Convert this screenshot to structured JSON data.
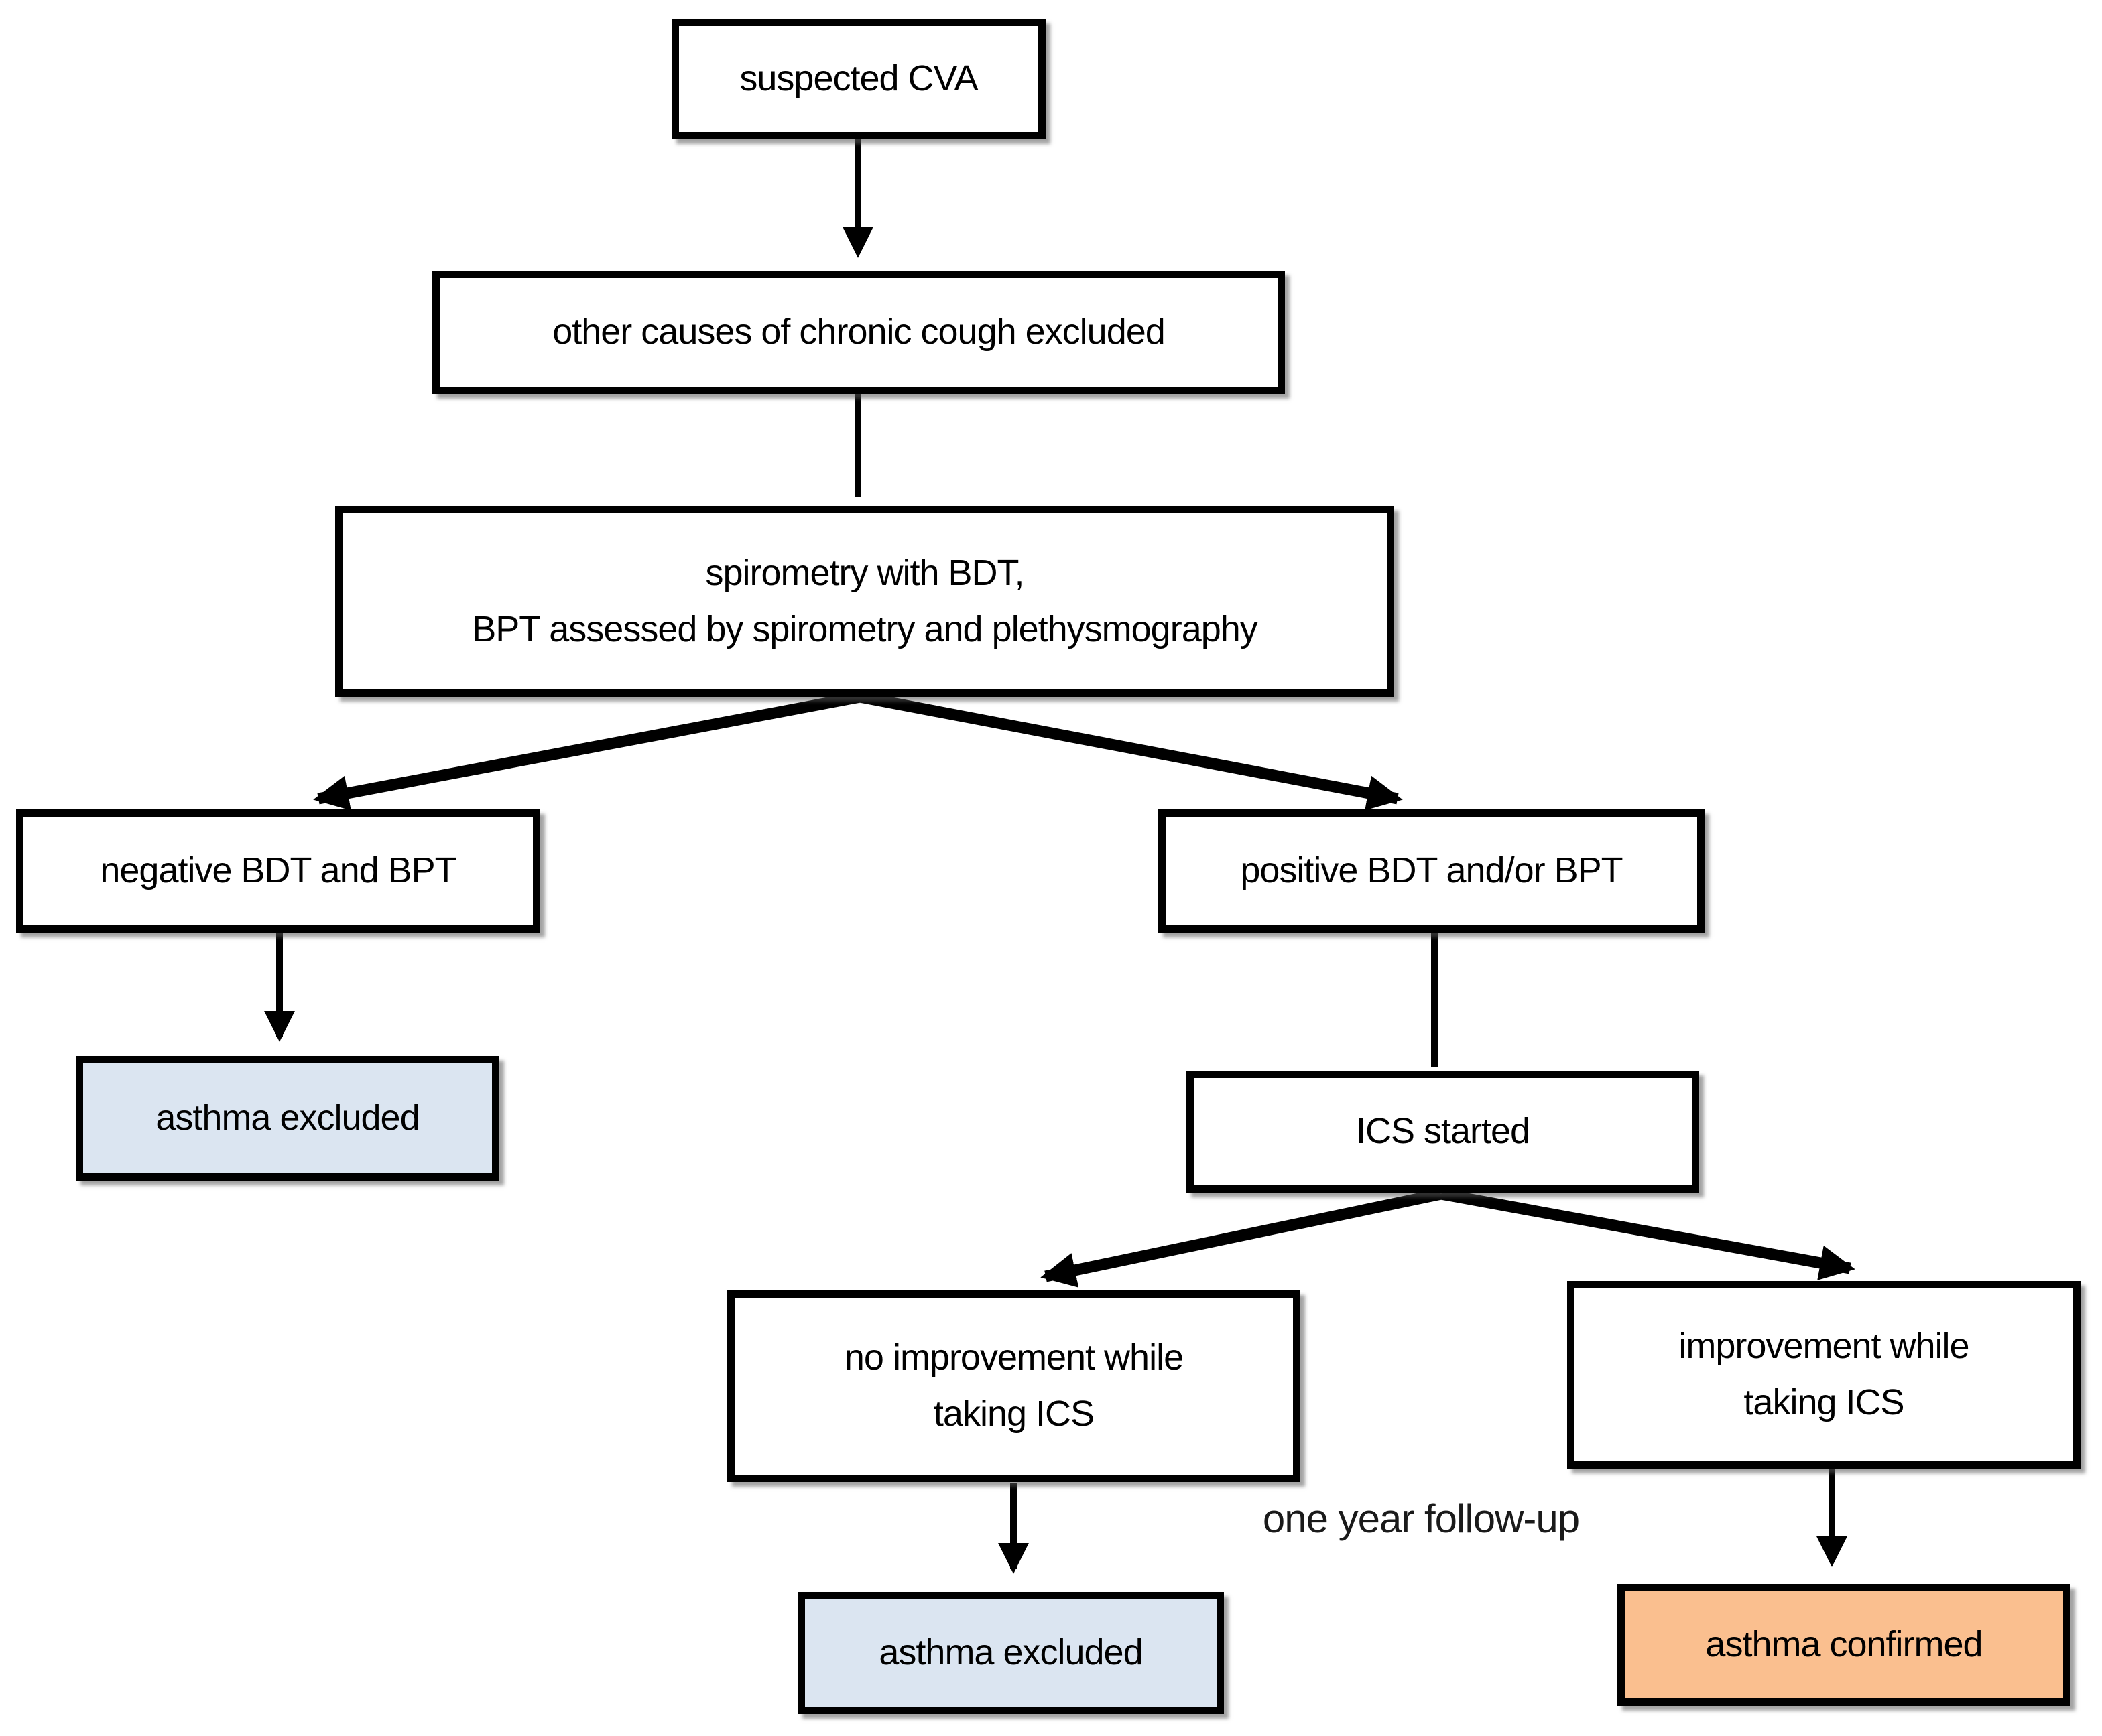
{
  "nodes": {
    "suspected_cva": {
      "label": "suspected CVA"
    },
    "other_causes": {
      "label": "other causes of chronic cough excluded"
    },
    "spirometry": {
      "label": "spirometry with BDT,\nBPT assessed by spirometry and plethysmography"
    },
    "negative_bdt": {
      "label": "negative BDT and BPT"
    },
    "positive_bdt": {
      "label": "positive BDT and/or BPT"
    },
    "asthma_excluded_left": {
      "label": "asthma excluded"
    },
    "ics_started": {
      "label": "ICS started"
    },
    "no_improvement": {
      "label": "no improvement while\ntaking ICS"
    },
    "improvement": {
      "label": "improvement while\ntaking ICS"
    },
    "asthma_excluded_bottom": {
      "label": "asthma excluded"
    },
    "asthma_confirmed": {
      "label": "asthma confirmed"
    }
  },
  "annotations": {
    "follow_up": "one year follow-up"
  },
  "edges": [
    {
      "from": "suspected_cva",
      "to": "other_causes"
    },
    {
      "from": "other_causes",
      "to": "spirometry"
    },
    {
      "from": "spirometry",
      "to": "negative_bdt"
    },
    {
      "from": "spirometry",
      "to": "positive_bdt"
    },
    {
      "from": "negative_bdt",
      "to": "asthma_excluded_left"
    },
    {
      "from": "positive_bdt",
      "to": "ics_started"
    },
    {
      "from": "ics_started",
      "to": "no_improvement"
    },
    {
      "from": "ics_started",
      "to": "improvement"
    },
    {
      "from": "no_improvement",
      "to": "asthma_excluded_bottom"
    },
    {
      "from": "improvement",
      "to": "asthma_confirmed"
    }
  ],
  "colors": {
    "excluded_fill": "#DBE5F1",
    "confirmed_fill": "#FABF8F",
    "node_fill": "#FFFFFF",
    "border": "#000000",
    "arrow": "#000000"
  }
}
